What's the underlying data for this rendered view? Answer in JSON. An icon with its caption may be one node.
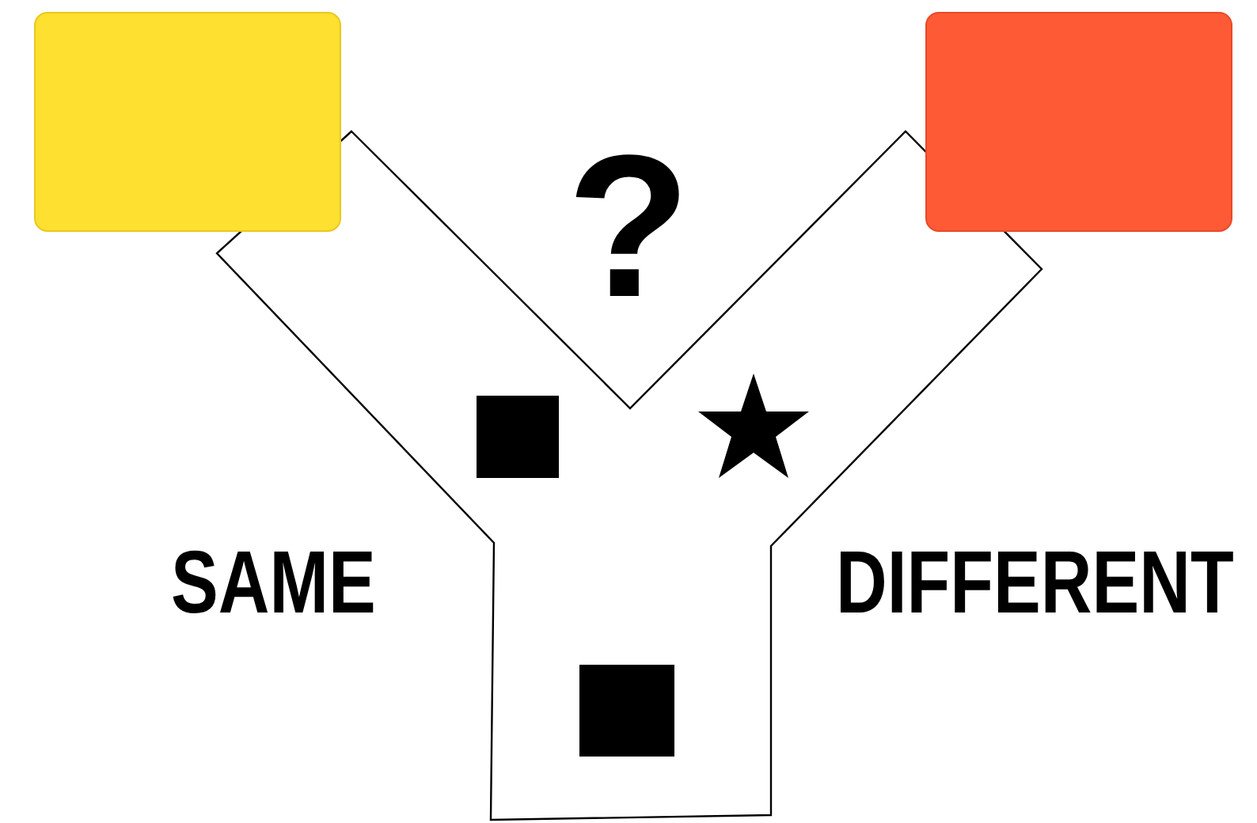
{
  "diagram": {
    "nodes": [
      {
        "text": [],
        "shape": "box"
      },
      {
        "text": [],
        "shape": "box"
      }
    ],
    "labels": [
      "?",
      "SAME",
      "DIFFERENT"
    ]
  }
}
